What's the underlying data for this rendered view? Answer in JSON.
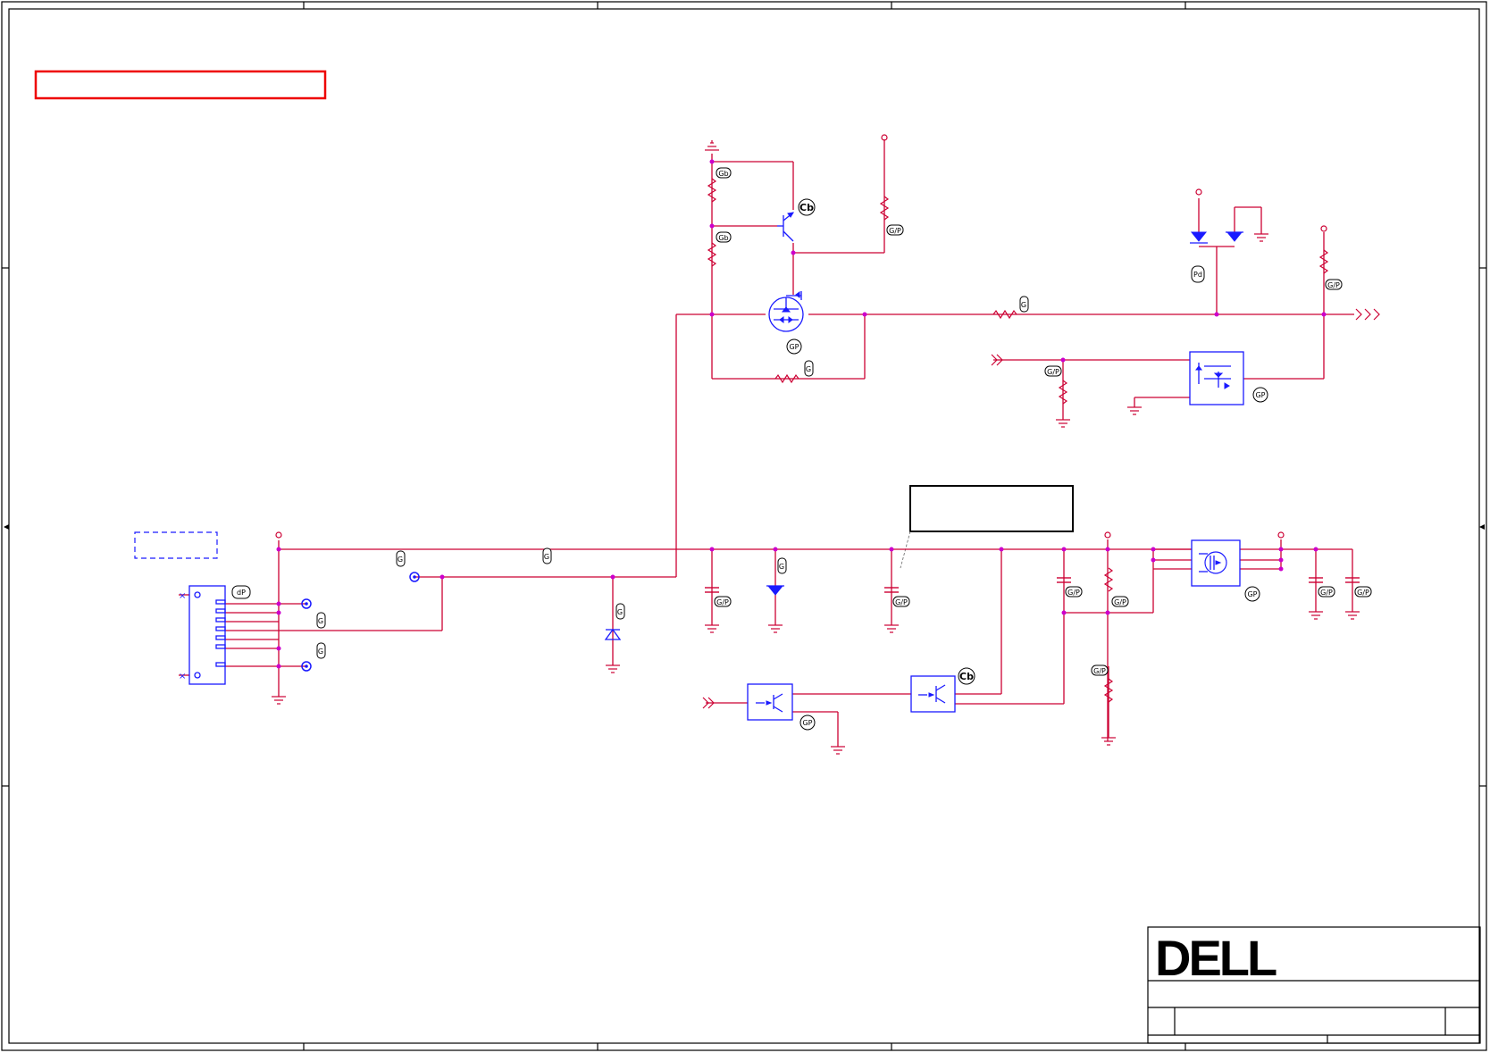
{
  "title_block": {
    "logo": "DELL"
  },
  "tags": {
    "r_top1": "Gb",
    "r_top2": "Gb",
    "q_top": "Cb",
    "r_pull": "G/P",
    "q_mos": "GP",
    "r_gate": "G",
    "r_series": "G",
    "d_dual": "Pd",
    "r_right": "G/P",
    "r_pd": "G/P",
    "u_right": "GP",
    "conn": "dP",
    "tp1": "G",
    "tp2": "G",
    "net_label1": "G",
    "net_label2": "G",
    "d_low": "G",
    "d_tvs": "G",
    "c1": "G/P",
    "c2": "G/P",
    "c3": "G/P",
    "r_div1": "G/P",
    "r_div2": "G/P",
    "u_mos2": "GP",
    "c4": "G/P",
    "c5": "G/P",
    "opto1": "GP",
    "opto2": "Cb"
  }
}
